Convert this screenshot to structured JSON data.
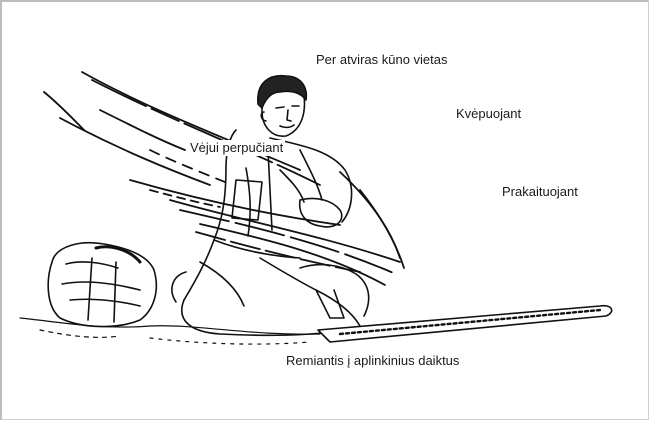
{
  "labels": {
    "exposed_skin": "Per atviras kūno vietas",
    "breathing": "Kvėpuojant",
    "wind": "Vėjui perpučiant",
    "sweating": "Prakaituojant",
    "contact": "Remiantis į aplinkinius daiktus"
  }
}
